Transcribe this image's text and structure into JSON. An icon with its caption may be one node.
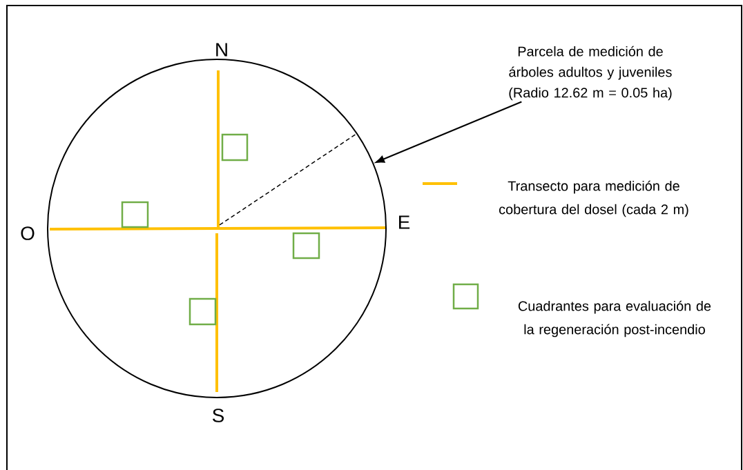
{
  "diagram": {
    "nodes": [
      {
        "text": [],
        "shape": "circle"
      },
      {
        "text": [
          "Parcela de medición de árboles adultos y juveniles (Radio 12.62 m = 0.05 ha)"
        ]
      }
    ],
    "edges": [
      {
        "from": 1,
        "to": 0,
        "arrow": "to"
      }
    ],
    "labels": [
      "N",
      "O",
      "E",
      "S"
    ],
    "legend": [
      {
        "text": "Transecto para medición de cobertura del dosel (cada 2 m)"
      },
      {
        "text": "Cuadrantes para evaluación de la regeneración post-incendio"
      }
    ]
  }
}
